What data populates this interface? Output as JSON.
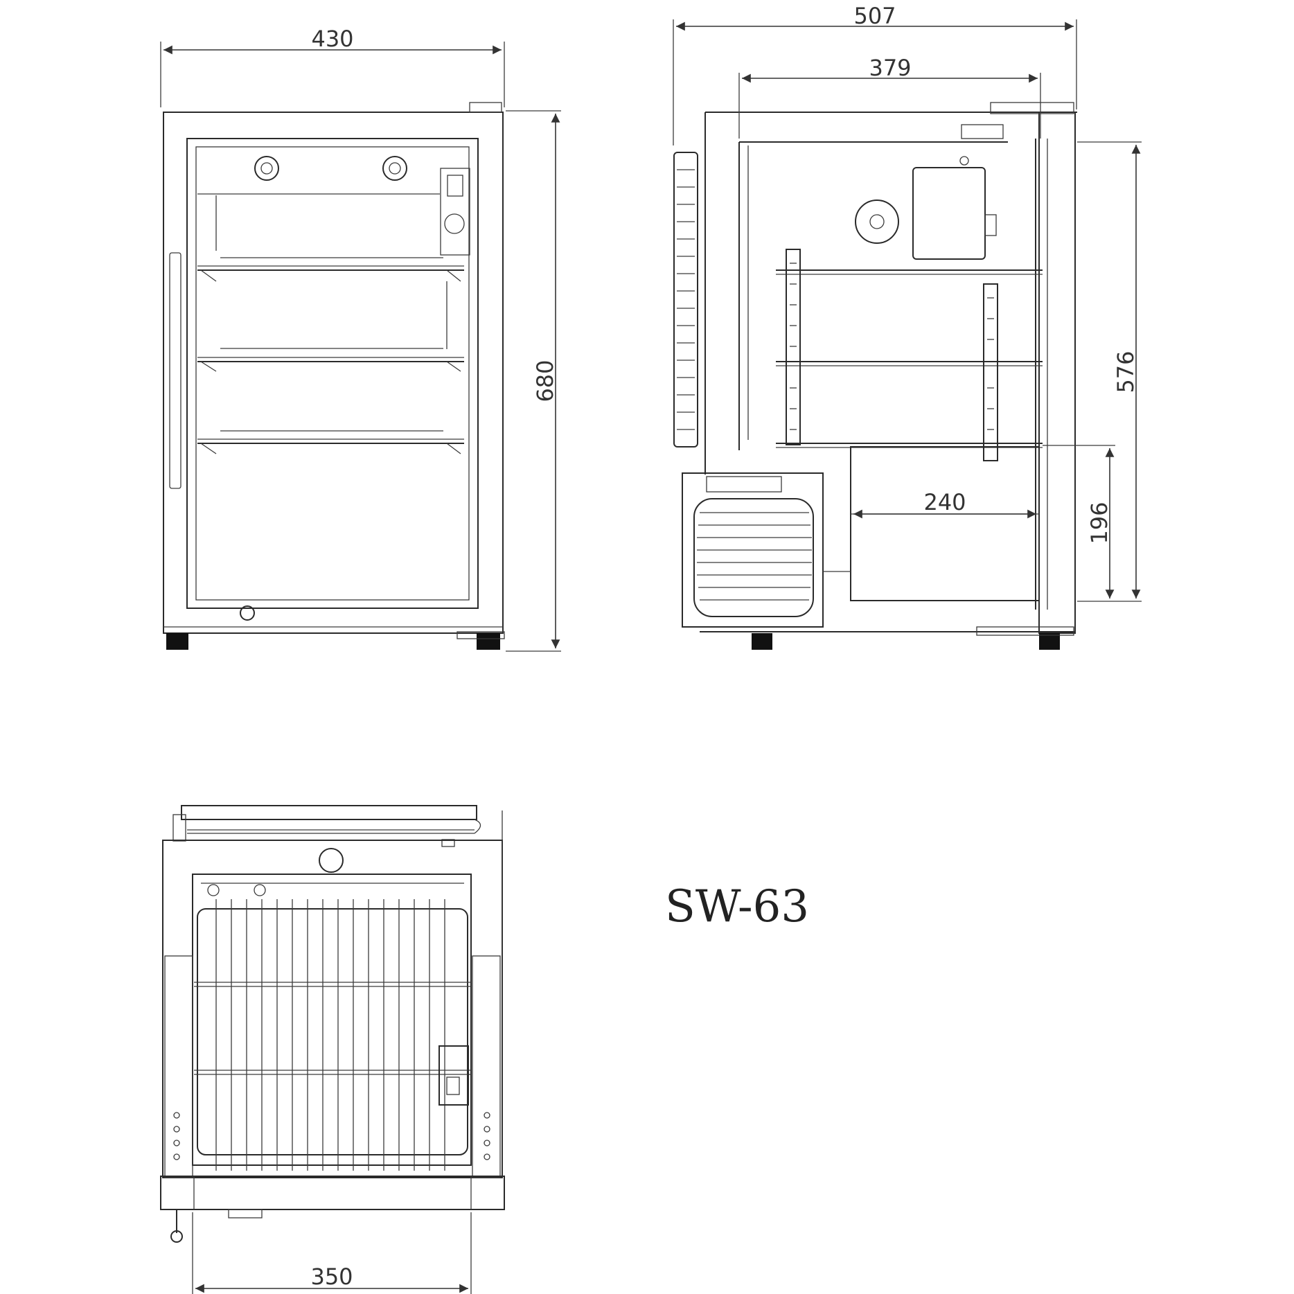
{
  "model": "SW-63",
  "dimensions": {
    "front_width": "430",
    "front_height": "680",
    "side_depth": "507",
    "side_inner_depth": "379",
    "side_inner_height": "576",
    "side_lower_depth": "240",
    "side_lower_height": "196",
    "back_width": "350"
  },
  "colors": {
    "line": "#2a2a2a",
    "background": "#ffffff"
  }
}
